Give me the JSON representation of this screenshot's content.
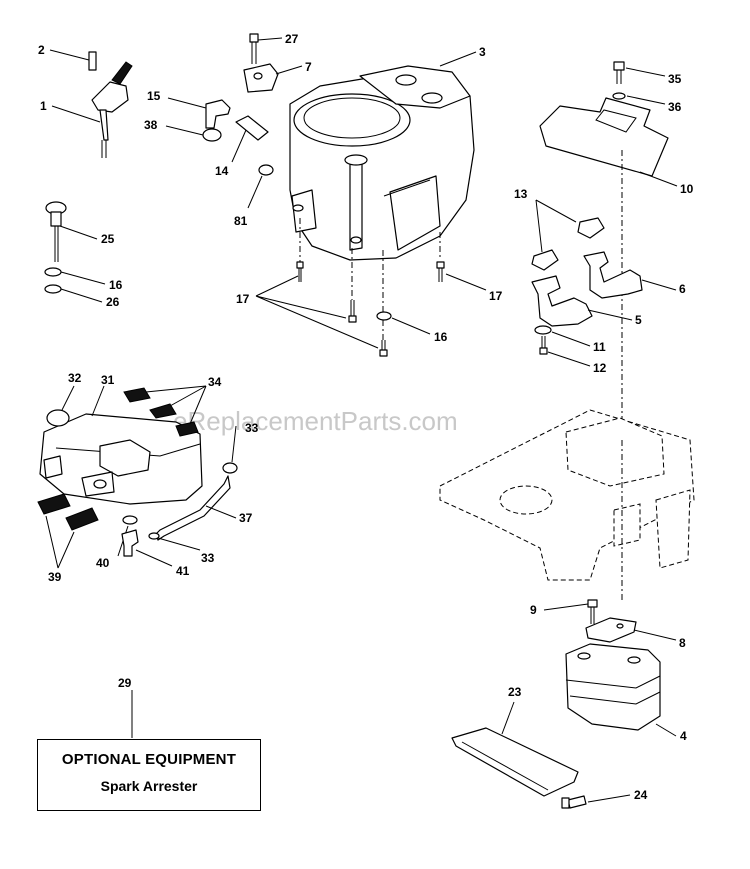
{
  "watermark": "eReplacementParts.com",
  "optional_box": {
    "title": "OPTIONAL EQUIPMENT",
    "item": "Spark Arrester"
  },
  "callouts": {
    "c1": "1",
    "c2": "2",
    "c3": "3",
    "c4": "4",
    "c5": "5",
    "c6": "6",
    "c7": "7",
    "c8": "8",
    "c9": "9",
    "c10": "10",
    "c11": "11",
    "c12": "12",
    "c13": "13",
    "c14": "14",
    "c15": "15",
    "c16a": "16",
    "c16b": "16",
    "c17a": "17",
    "c17b": "17",
    "c23": "23",
    "c24": "24",
    "c25": "25",
    "c26": "26",
    "c27": "27",
    "c29": "29",
    "c31": "31",
    "c32": "32",
    "c33a": "33",
    "c33b": "33",
    "c34": "34",
    "c35": "35",
    "c36": "36",
    "c37": "37",
    "c38": "38",
    "c39": "39",
    "c40": "40",
    "c41": "41",
    "c81": "81"
  }
}
